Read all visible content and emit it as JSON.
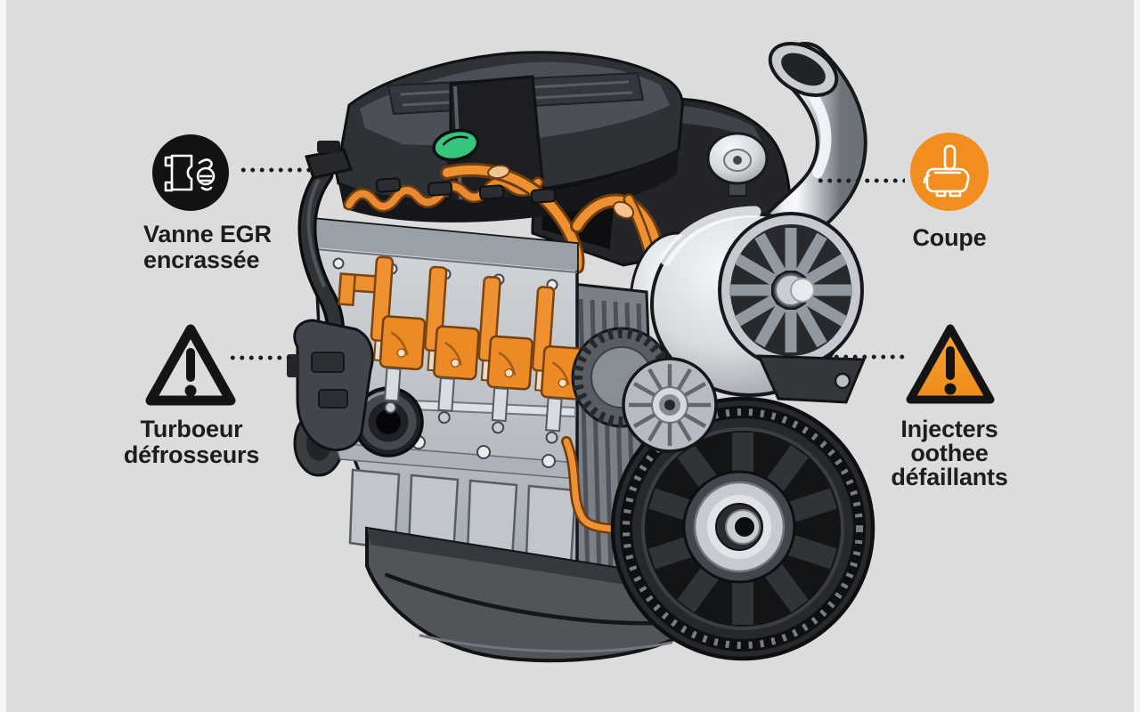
{
  "colors": {
    "background": "#dcdcdd",
    "accent_orange": "#F18E1F",
    "icon_black": "#121212",
    "label_text": "#1d1d1f",
    "engine_orange": "#EC8F2D",
    "engine_silver": "#C7CBD1",
    "engine_dark_cover": "#2E3136",
    "green_cap": "#3BC57B"
  },
  "callouts": {
    "egr": {
      "icon": "egr-valve-icon",
      "line1": "Vanne EGR",
      "line2": "encrassée"
    },
    "turbo": {
      "icon": "warning-triangle-outline-icon",
      "line1": "Turboeur",
      "line2": "défrosseurs"
    },
    "coupe": {
      "icon": "injector-pump-icon",
      "line1": "Coupe"
    },
    "injectors": {
      "icon": "warning-triangle-filled-icon",
      "line1": "Injecters",
      "line2": "oothee",
      "line3": "défaillants"
    }
  },
  "illustration": {
    "subject": "diesel-engine-cutaway-with-turbo-and-flywheel"
  }
}
